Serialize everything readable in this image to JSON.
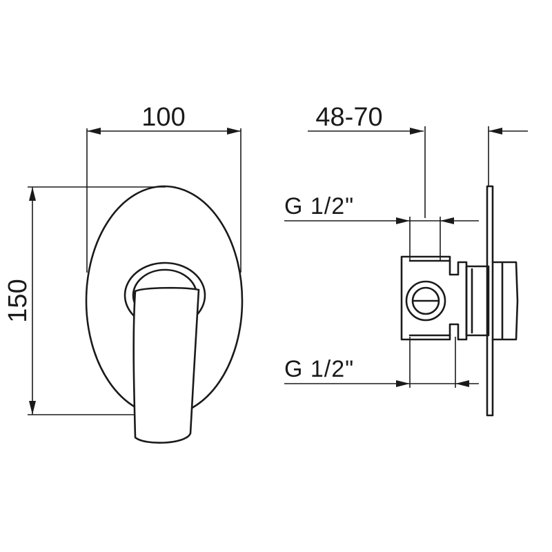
{
  "dimensions": {
    "width_label": "100",
    "height_label": "150",
    "depth_label": "48-70",
    "thread_top_label": "G 1/2\"",
    "thread_bottom_label": "G 1/2\""
  },
  "colors": {
    "line": "#1a1a1a",
    "background": "#ffffff"
  }
}
